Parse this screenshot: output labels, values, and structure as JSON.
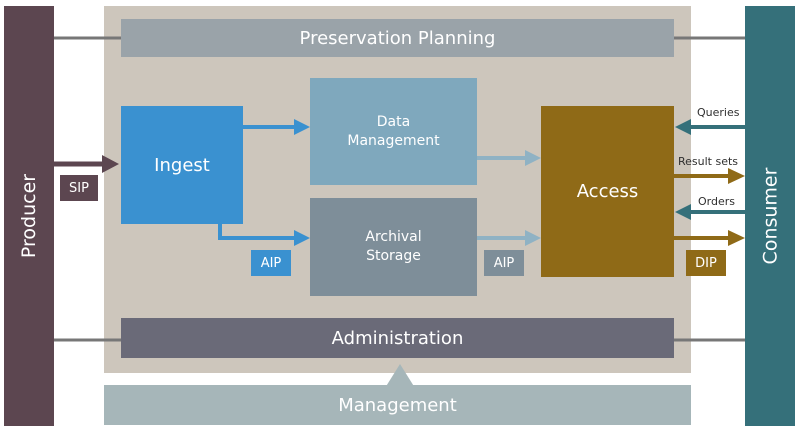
{
  "entities": {
    "producer": "Producer",
    "consumer": "Consumer",
    "preservation_planning": "Preservation Planning",
    "ingest": "Ingest",
    "data_management": "Data\nManagement",
    "archival_storage": "Archival\nStorage",
    "access": "Access",
    "administration": "Administration",
    "management": "Management"
  },
  "packages": {
    "sip": "SIP",
    "aip_ingest": "AIP",
    "aip_storage": "AIP",
    "dip": "DIP"
  },
  "flows": {
    "queries": "Queries",
    "result_sets": "Result sets",
    "orders": "Orders"
  },
  "colors": {
    "producer": "#5c4650",
    "consumer": "#35707a",
    "environment": "#cdc6bc",
    "preservation_planning": "#9aa3a9",
    "ingest": "#3a91d0",
    "data_management": "#7fa8bd",
    "archival_storage": "#7e8e99",
    "access": "#8f6a17",
    "administration": "#6a6a78",
    "management": "#a6b6b9",
    "arrow_blue": "#3a91d0",
    "arrow_light": "#8fb2c4",
    "arrow_producer": "#5c4650",
    "arrow_consumer_in": "#35707a",
    "arrow_consumer_out": "#8f6a17"
  }
}
